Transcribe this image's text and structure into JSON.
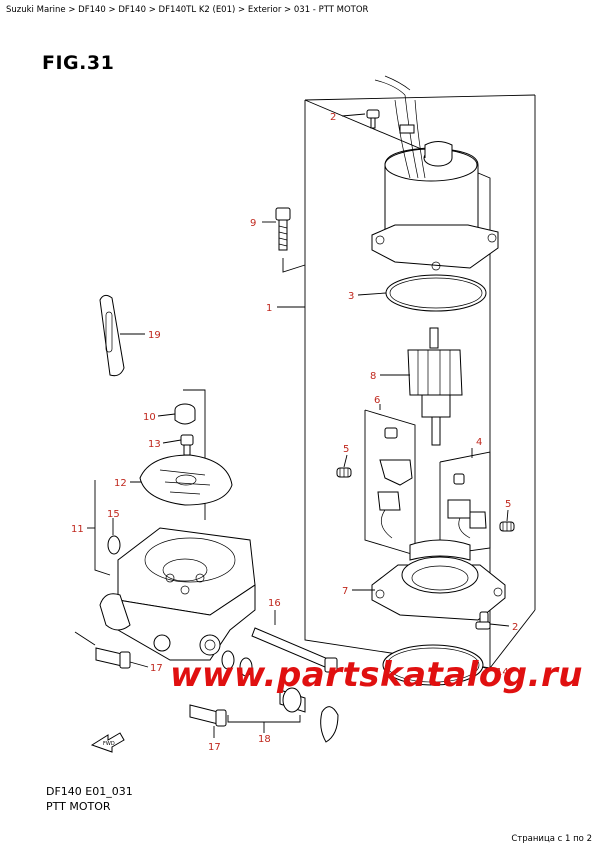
{
  "breadcrumb": "Suzuki Marine > DF140 > DF140 > DF140TL K2 (E01) > Exterior > 031 - PTT MOTOR",
  "figure_title": "FIG.31",
  "caption_code": "DF140 E01_031",
  "caption_name": "PTT MOTOR",
  "pager": "Страница с 1 по 2",
  "watermark": "www.partskatalog.ru",
  "fwd_label": "FWD",
  "callouts": {
    "c1": "1",
    "c2a": "2",
    "c2b": "2",
    "c3": "3",
    "c4": "4",
    "c5a": "5",
    "c5b": "5",
    "c6": "6",
    "c7": "7",
    "c8": "8",
    "c9": "9",
    "c10": "10",
    "c11": "11",
    "c12": "12",
    "c13": "13",
    "c14": "14",
    "c15": "15",
    "c16": "16",
    "c17a": "17",
    "c17b": "17",
    "c18": "18",
    "c19": "19"
  },
  "colors": {
    "callout": "#c0281e",
    "watermark": "#e01010"
  }
}
